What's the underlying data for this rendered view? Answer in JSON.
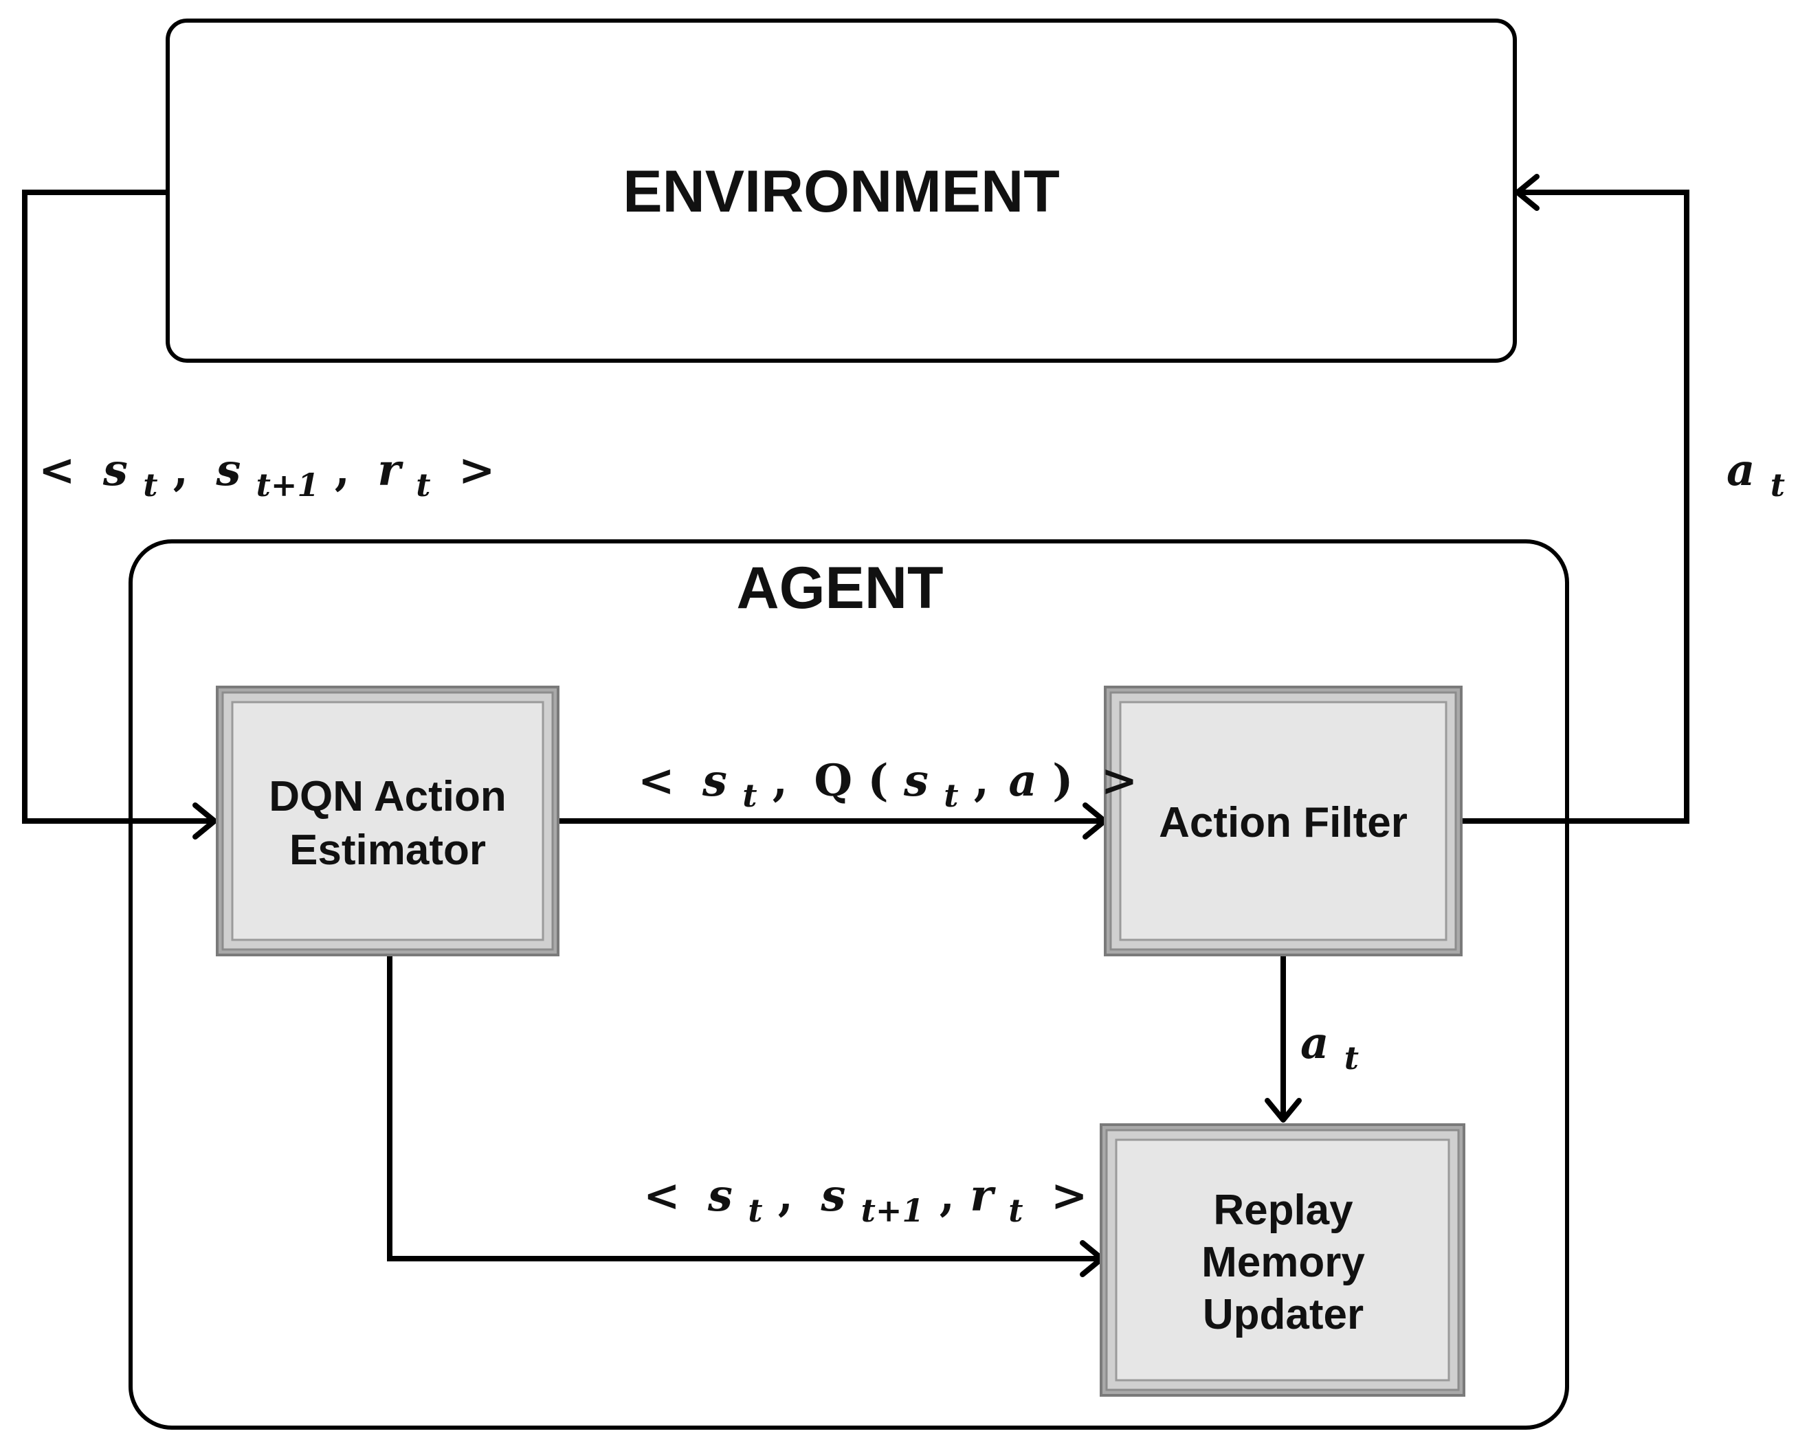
{
  "environment": {
    "label": "ENVIRONMENT"
  },
  "agent": {
    "label": "AGENT",
    "modules": {
      "dqn_estimator": {
        "line1": "DQN Action",
        "line2": "Estimator"
      },
      "action_filter": {
        "label": "Action Filter"
      },
      "replay_memory_updater": {
        "line1": "Replay",
        "line2": "Memory",
        "line3": "Updater"
      }
    }
  },
  "edge_labels": {
    "env_to_agent": {
      "open": "<",
      "s": "s",
      "t": "t",
      "comma": ",",
      "t1": "t+1",
      "r": "r",
      "close": ">"
    },
    "action_out": {
      "a": "a",
      "t": "t"
    },
    "estimator_to_filter": {
      "open": "<",
      "s": "s",
      "t": "t",
      "comma": ",",
      "Q": "Q",
      "lparen": "(",
      "a": "a",
      "rparen": ")",
      "close": ">"
    },
    "filter_to_replay": {
      "a": "a",
      "t": "t"
    },
    "estimator_to_replay": {
      "open": "<",
      "s": "s",
      "t": "t",
      "comma": ",",
      "t1": "t+1",
      "r": "r",
      "close": ">"
    }
  },
  "colors": {
    "module_fill": "#e6e6e6",
    "module_border": "#8c8c8c",
    "line": "#000000",
    "background": "#ffffff"
  }
}
